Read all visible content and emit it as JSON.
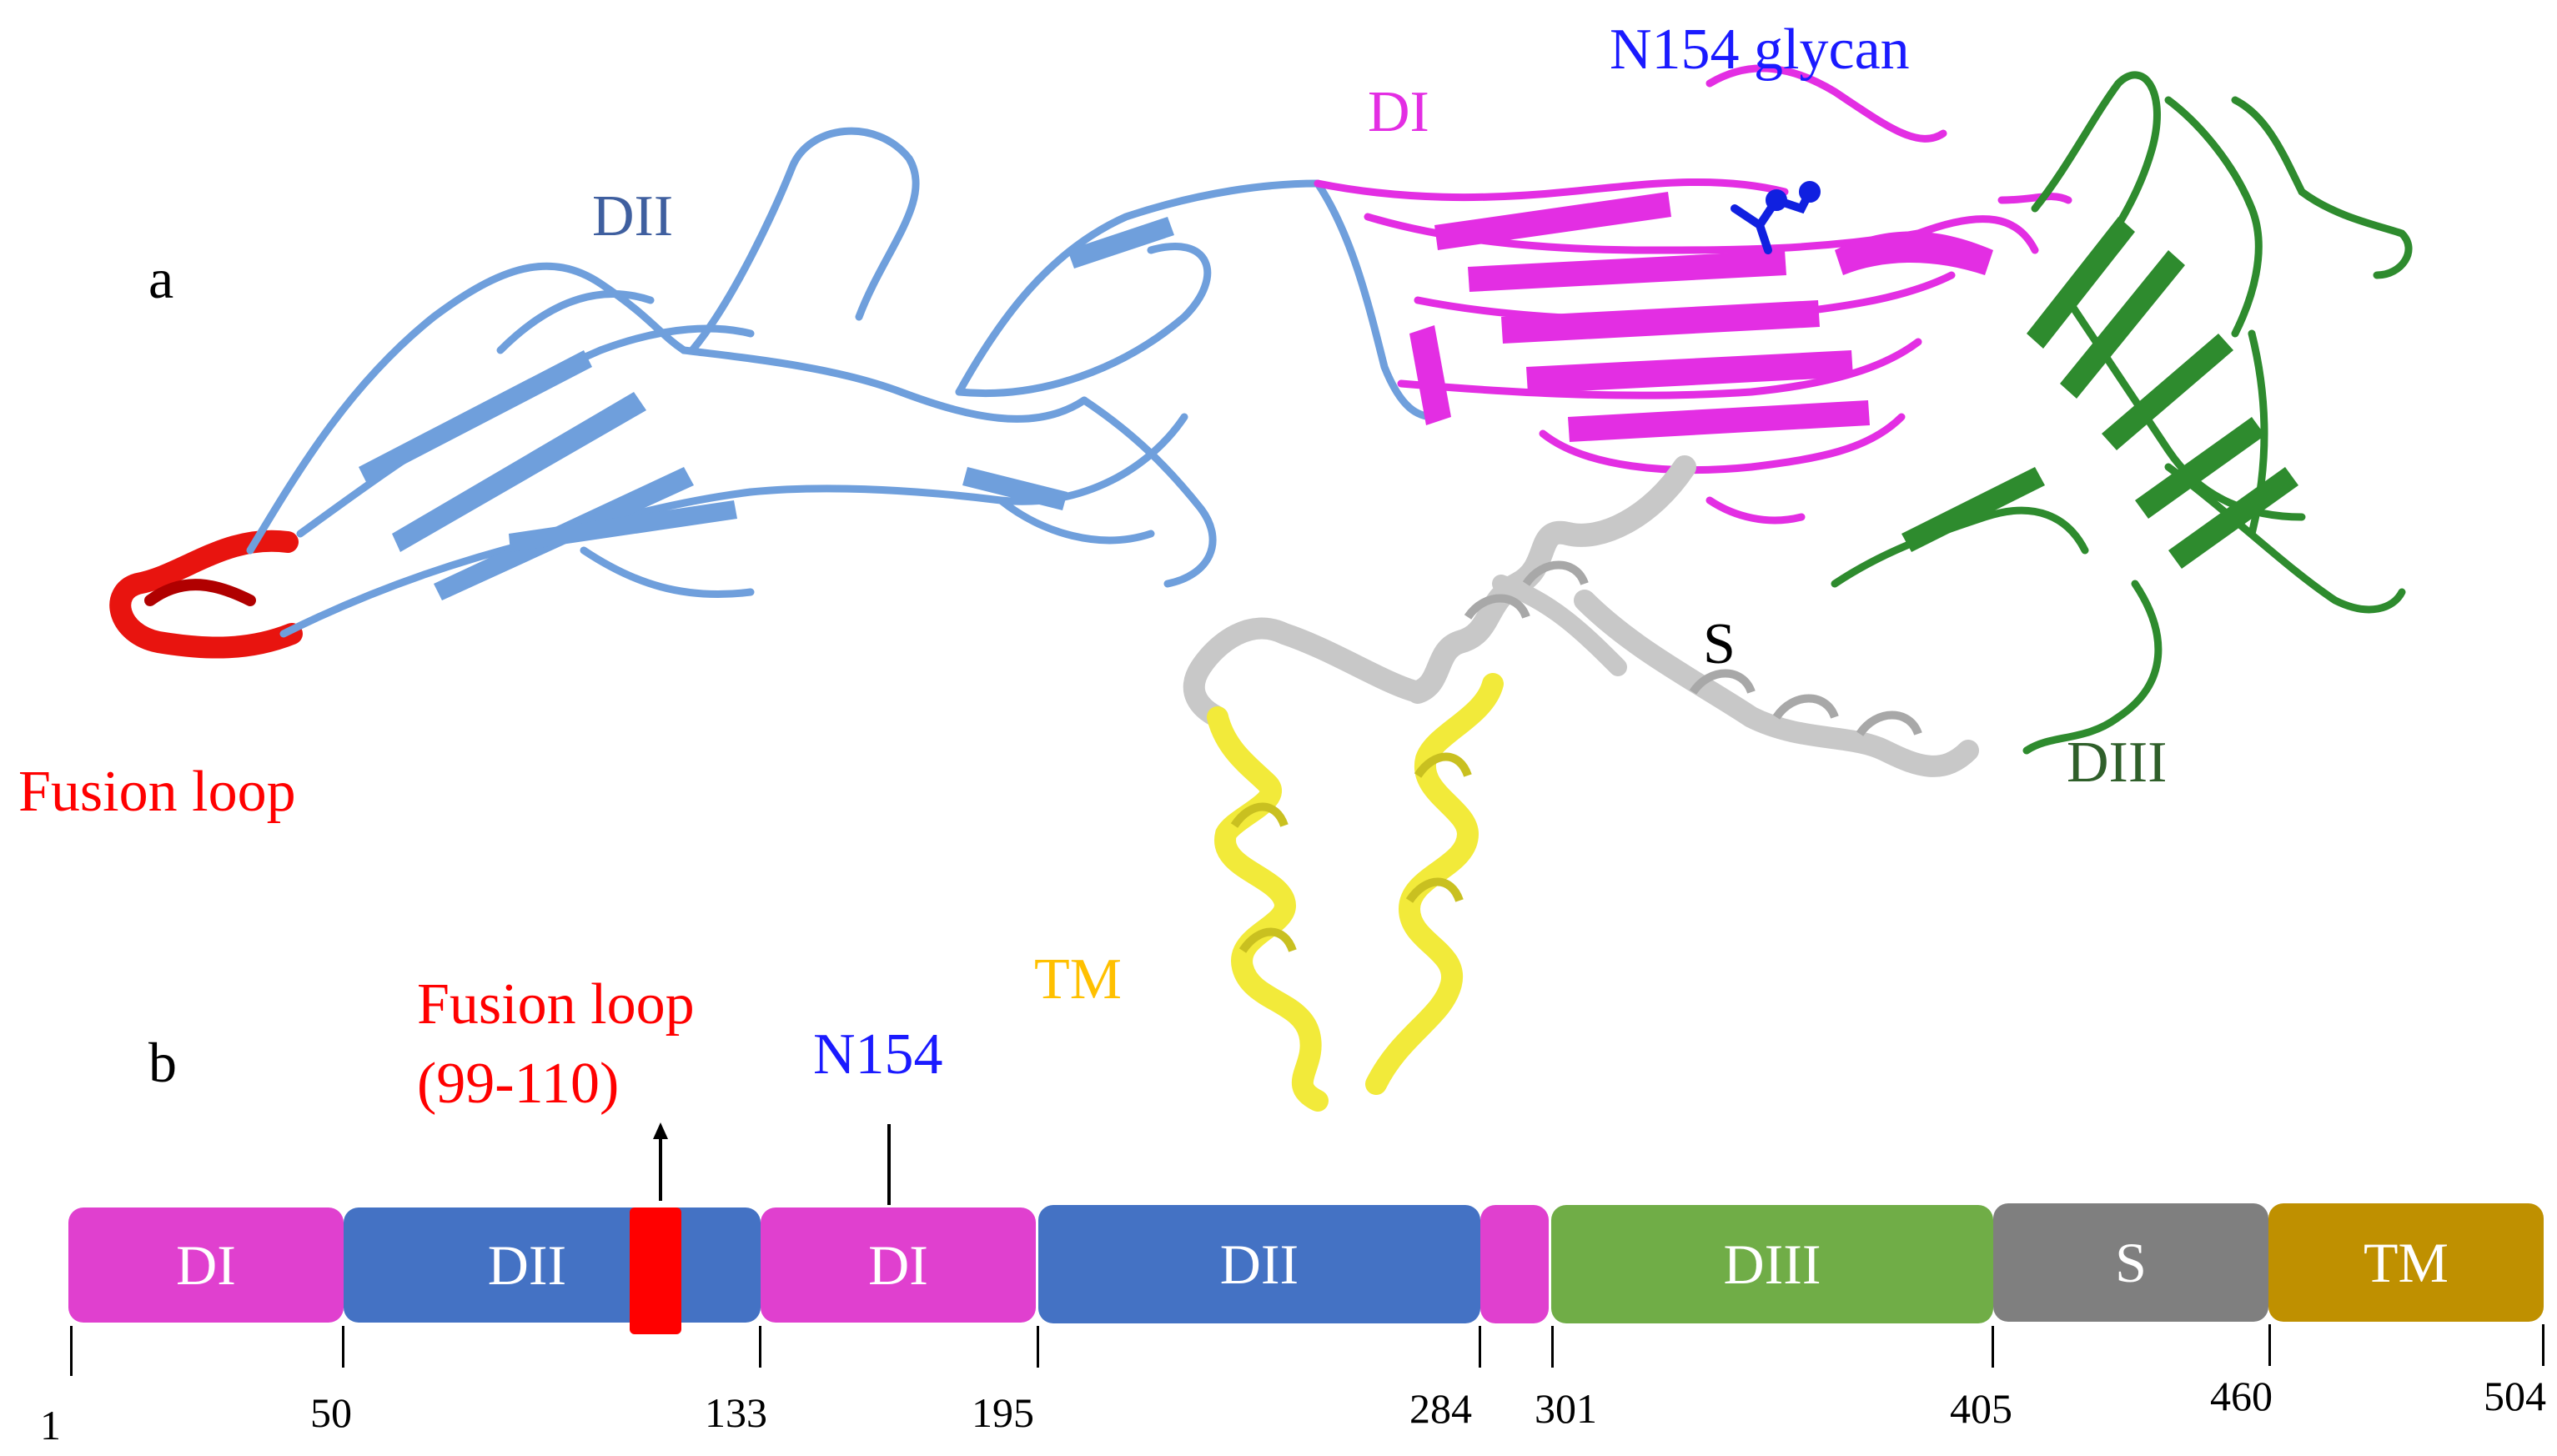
{
  "panels": {
    "a": "a",
    "b": "b"
  },
  "structure_labels": {
    "dii": "DII",
    "di": "DI",
    "n154_glycan": "N154 glycan",
    "fusion_loop": "Fusion loop",
    "s": "S",
    "diii": "DIII",
    "tm": "TM"
  },
  "colors": {
    "DI": "#e040cf",
    "DII": "#4472c4",
    "DIII": "#70ad47",
    "S": "#7f7f7f",
    "TM": "#bf9000",
    "fusion_loop": "#ff0000",
    "glycan": "#0000ff",
    "dii_ribbon": "#6f9fdc",
    "di_ribbon": "#e32ee3",
    "diii_ribbon": "#2e8b2e",
    "s_ribbon": "#c8c8c8",
    "tm_ribbon": "#f2ea3a",
    "diii_label": "#2f5f2a",
    "dii_label": "#3f5f9f",
    "tm_label": "#ffc000"
  },
  "domain_map": {
    "fusion_loop_label_line1": "Fusion loop",
    "fusion_loop_label_line2": "(99-110)",
    "n154_label": "N154",
    "segments": [
      {
        "label": "DI",
        "start": 1,
        "end": 50,
        "domain": "DI"
      },
      {
        "label": "DII",
        "start": 50,
        "end": 133,
        "domain": "DII"
      },
      {
        "label": "DI",
        "start": 133,
        "end": 195,
        "domain": "DI"
      },
      {
        "label": "DII",
        "start": 195,
        "end": 284,
        "domain": "DII"
      },
      {
        "label": "",
        "start": 284,
        "end": 301,
        "domain": "DI"
      },
      {
        "label": "DIII",
        "start": 301,
        "end": 405,
        "domain": "DIII"
      },
      {
        "label": "S",
        "start": 405,
        "end": 460,
        "domain": "S"
      },
      {
        "label": "TM",
        "start": 460,
        "end": 504,
        "domain": "TM"
      }
    ],
    "ticks": [
      "1",
      "50",
      "133",
      "195",
      "284",
      "301",
      "405",
      "460",
      "504"
    ]
  }
}
